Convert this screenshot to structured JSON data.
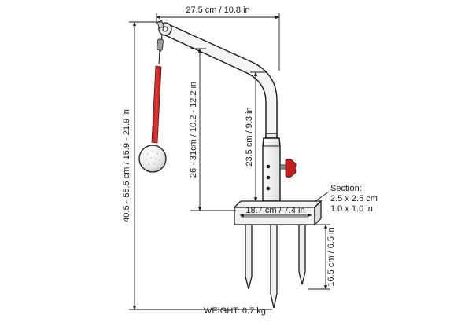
{
  "dimensions": {
    "arm_width": "27.5 cm / 10.8 in",
    "total_height": "40.5 - 55.5 cm / 15.9 - 21.9 in",
    "pendulum_height": "26 - 31cm / 10.2 - 12.2 in",
    "post_height": "23.5 cm / 9.3 in",
    "base_width": "18.7 cm / 7.4 in",
    "spike_length": "16.5 cm / 6.5 in"
  },
  "section": {
    "title": "Section:",
    "metric": "2.5 x 2.5 cm",
    "imperial": "1.0 x 1.0 in"
  },
  "weight": "WEIGHT: 0.7 kg",
  "colors": {
    "rod": "#d42a2a",
    "knob": "#c21f1f",
    "line": "#1a1a1a",
    "metal": "#f2f2f2"
  }
}
